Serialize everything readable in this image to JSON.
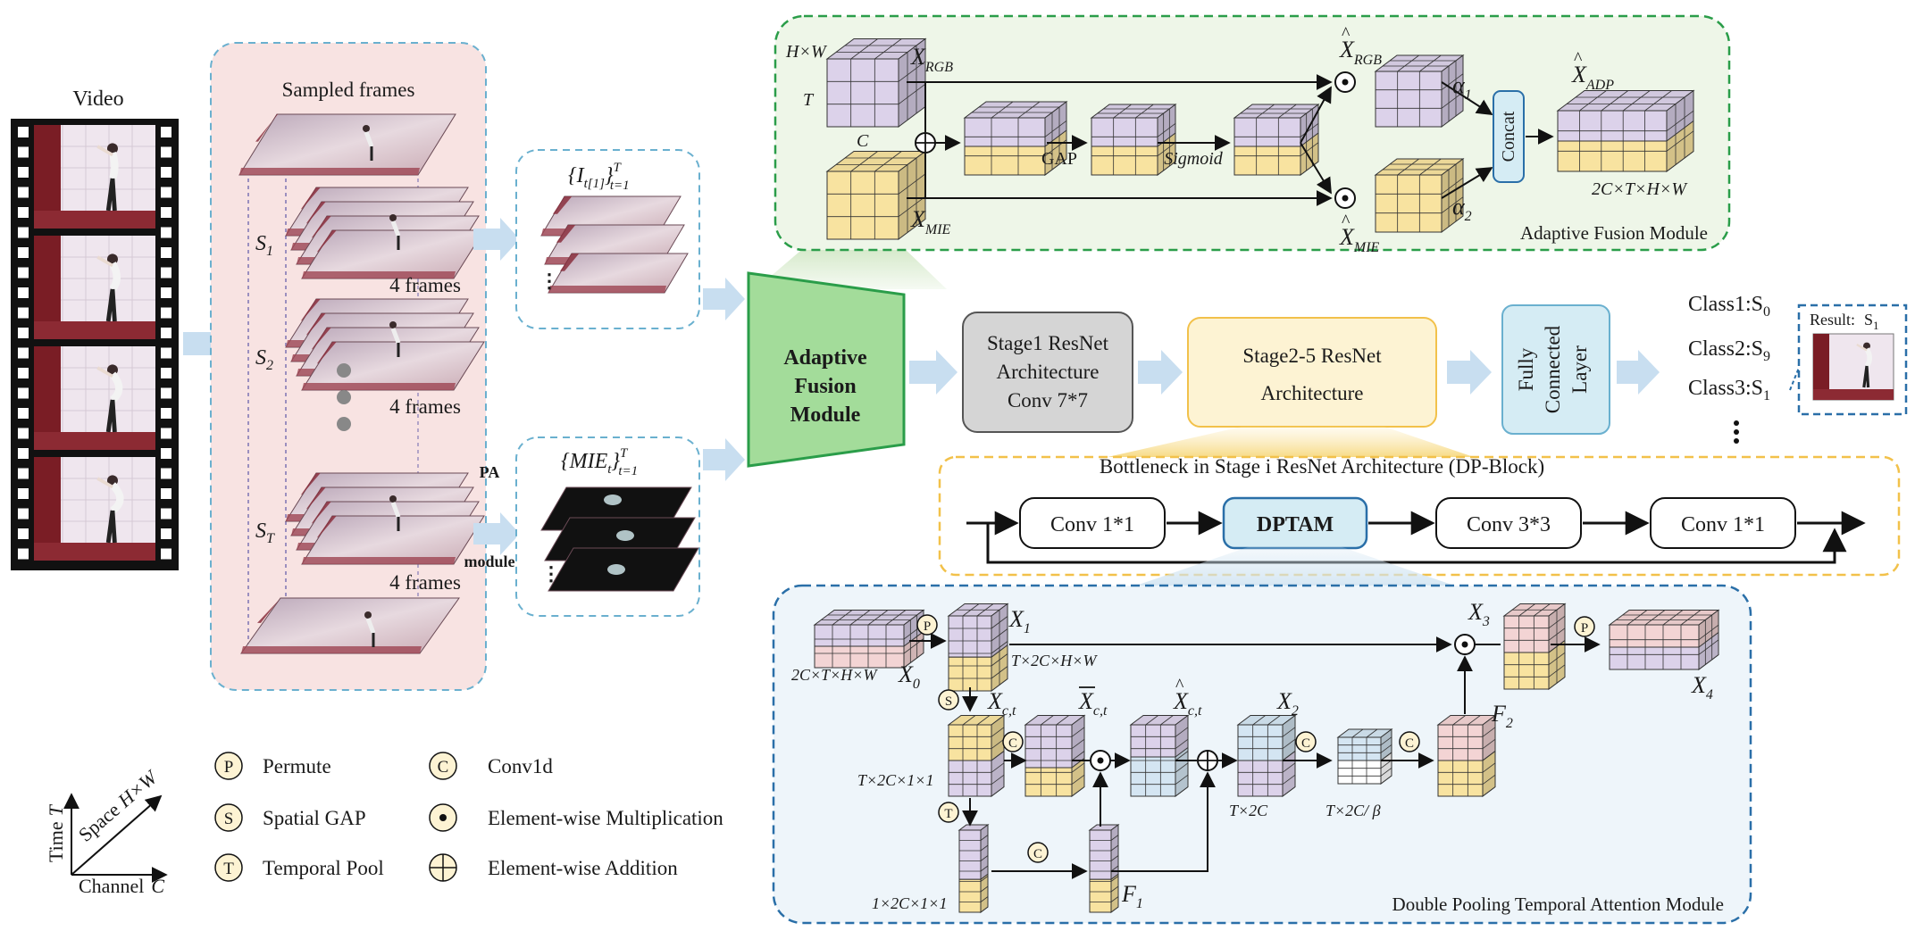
{
  "input": {
    "video_label": "Video",
    "sampled_frames_label": "Sampled frames",
    "segment_labels": [
      "S",
      "S",
      "S"
    ],
    "segment_subs": [
      "1",
      "2",
      "T"
    ],
    "frames_label": "4 frames",
    "pa_label": "PA",
    "module_label": "module",
    "rgb_set": {
      "base": "{I",
      "sub": "t[1]",
      "close": "}",
      "sup": "T",
      "lower": "t=1"
    },
    "mie_set": {
      "base": "{MIE",
      "sub": "t",
      "close": "}",
      "sup": "T",
      "lower": "t=1"
    }
  },
  "fusion": {
    "box_lines": [
      "Adaptive",
      "Fusion",
      "Module"
    ],
    "title": "Adaptive Fusion Module",
    "hw": "H×W",
    "t": "T",
    "c": "C",
    "x_rgb": {
      "base": "X",
      "sub": "RGB"
    },
    "x_mie": {
      "base": "X",
      "sub": "MIE"
    },
    "xhat_rgb": {
      "base": "X",
      "sub": "RGB"
    },
    "xhat_mie": {
      "base": "X",
      "sub": "MIE"
    },
    "xhat_adp": {
      "base": "X",
      "sub": "ADP"
    },
    "gap": "GAP",
    "sigmoid": "Sigmoid",
    "alpha1": {
      "base": "α",
      "sub": "1"
    },
    "alpha2": {
      "base": "α",
      "sub": "2"
    },
    "concat": "Concat",
    "out_dim": "2C×T×H×W"
  },
  "pipeline": {
    "stage1": [
      "Stage1 ResNet",
      "Architecture",
      "Conv 7*7"
    ],
    "stage2": [
      "Stage2-5 ResNet",
      "Architecture"
    ],
    "fc": [
      "Fully",
      "Connected",
      "Layer"
    ],
    "classes": [
      {
        "label": "Class1:S",
        "sub": "0"
      },
      {
        "label": "Class2:S",
        "sub": "9"
      },
      {
        "label": "Class3:S",
        "sub": "1"
      }
    ],
    "result": {
      "label": "Result:",
      "value": "S",
      "sub": "1"
    }
  },
  "bottleneck": {
    "title": "Bottleneck in Stage i ResNet Architecture (DP-Block)",
    "blocks": [
      "Conv 1*1",
      "DPTAM",
      "Conv 3*3",
      "Conv 1*1"
    ]
  },
  "dptam": {
    "title": "Double Pooling Temporal Attention Module",
    "in_dim": "2C×T×H×W",
    "x0": {
      "base": "X",
      "sub": "0"
    },
    "x1": {
      "base": "X",
      "sub": "1"
    },
    "x1_dim": "T×2C×H×W",
    "xct": {
      "base": "X",
      "sub": "c,t"
    },
    "xbar": {
      "base": "X",
      "sub": "c,t"
    },
    "xhat": {
      "base": "X",
      "sub": "c,t"
    },
    "x2": {
      "base": "X",
      "sub": "2"
    },
    "x3": {
      "base": "X",
      "sub": "3"
    },
    "x4": {
      "base": "X",
      "sub": "4"
    },
    "f1": {
      "base": "F",
      "sub": "1"
    },
    "f2": {
      "base": "F",
      "sub": "2"
    },
    "dim_t2c11": "T×2C×1×1",
    "dim_t2c": "T×2C",
    "dim_t2cb": "T×2C/ β",
    "dim_12c11": "1×2C×1×1"
  },
  "legend": {
    "axes": {
      "time": "Time",
      "time_var": "T",
      "space": "Space",
      "space_var": "H×W",
      "channel": "Channel",
      "channel_var": "C"
    },
    "items": [
      {
        "sym": "P",
        "label": "Permute"
      },
      {
        "sym": "S",
        "label": "Spatial GAP"
      },
      {
        "sym": "T",
        "label": "Temporal Pool"
      },
      {
        "sym": "C",
        "label": "Conv1d"
      },
      {
        "sym": "dot",
        "label": "Element-wise Multiplication"
      },
      {
        "sym": "plus",
        "label": "Element-wise Addition"
      }
    ],
    "circle_letters": {
      "p": "P",
      "s": "S",
      "t": "T",
      "c": "C"
    }
  },
  "colors": {
    "purple": "#dcd2ea",
    "yellow": "#f8e3a0",
    "pink": "#f3d4d4",
    "blue_cell": "#d4e5f2",
    "green_border": "#2a9d49",
    "green_fill": "#eef6e8",
    "dash_blue": "#6ab0cf",
    "dash_yellow": "#f2c14a",
    "dash_teal": "#2a6fa8",
    "arrow_blue": "#c8def0",
    "gray_box": "#d5d5d5",
    "yellow_box": "#fdf3d3",
    "fc_box": "#d5ecf4"
  }
}
